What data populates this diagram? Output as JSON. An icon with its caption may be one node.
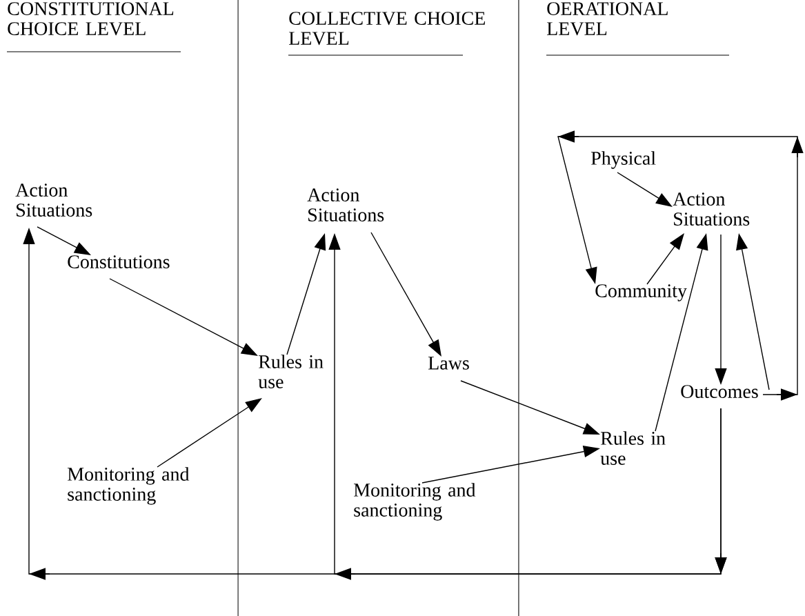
{
  "diagram": {
    "nodes": [
      {
        "text": [
          "Action Situations"
        ]
      },
      {
        "text": [
          "Constitutions"
        ]
      },
      {
        "text": [
          "Rules in use"
        ]
      },
      {
        "text": [
          "Monitoring and sanctioning"
        ]
      },
      {
        "text": [
          "Action Situations"
        ]
      },
      {
        "text": [
          "Laws"
        ]
      },
      {
        "text": [
          "Rules in use"
        ]
      },
      {
        "text": [
          "Monitoring and sanctioning"
        ]
      },
      {
        "text": [
          "Physical"
        ]
      },
      {
        "text": [
          "Action Situations"
        ]
      },
      {
        "text": [
          "Community"
        ]
      },
      {
        "text": [
          "Outcomes"
        ]
      }
    ],
    "edges": [
      {
        "from": 0,
        "to": 1,
        "arrow": "to"
      },
      {
        "from": 1,
        "to": 2,
        "arrow": "to"
      },
      {
        "from": 3,
        "to": 2,
        "arrow": "to"
      },
      {
        "from": 2,
        "to": 4,
        "arrow": "to"
      },
      {
        "from": 4,
        "to": 5,
        "arrow": "to"
      },
      {
        "from": 5,
        "to": 6,
        "arrow": "to"
      },
      {
        "from": 7,
        "to": 6,
        "arrow": "to"
      },
      {
        "from": 6,
        "to": 9,
        "arrow": "to"
      },
      {
        "from": 10,
        "to": 9,
        "arrow": "to"
      },
      {
        "from": 8,
        "to": 9,
        "arrow": "to"
      },
      {
        "from": 9,
        "to": 11,
        "arrow": "to"
      },
      {
        "from": 11,
        "to": 9,
        "arrow": "to"
      },
      {
        "from": 11,
        "to": 10,
        "arrow": "to"
      },
      {
        "from": 11,
        "to": 4,
        "arrow": "to"
      },
      {
        "from": 11,
        "to": 0,
        "arrow": "to"
      }
    ],
    "labels": [
      "CONSTITUTIONAL CHOICE LEVEL",
      "COLLECTIVE CHOICE LEVEL",
      "OERATIONAL LEVEL"
    ]
  }
}
